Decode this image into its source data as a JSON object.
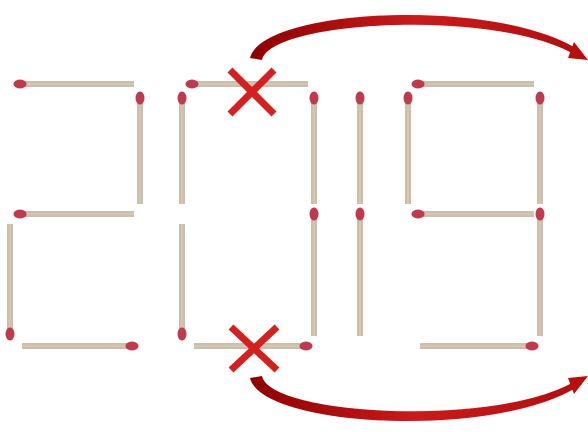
{
  "puzzle": {
    "displayed_number": "2019",
    "digits": [
      "2",
      "0",
      "1",
      "9"
    ],
    "instruction": "",
    "removed_marker": "cross-mark",
    "move_arrows": 2
  },
  "colors": {
    "background": "#ffffff",
    "matchstick_body": "#d3c6b4",
    "matchstick_edge": "#b8a890",
    "matchstick_head": "#c0394f",
    "cross_mark": "#d61f1f",
    "arrow": "#b80e0e"
  }
}
